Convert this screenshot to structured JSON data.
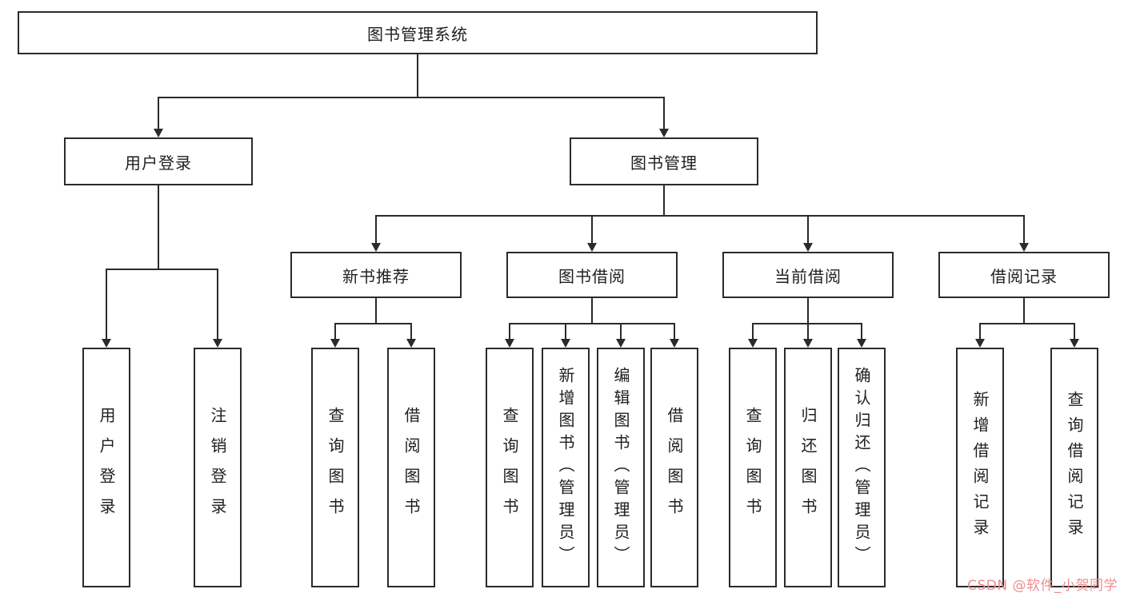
{
  "diagram": {
    "root": {
      "label": "图书管理系统"
    },
    "level2": [
      {
        "label": "用户登录"
      },
      {
        "label": "图书管理"
      }
    ],
    "level3": [
      {
        "label": "新书推荐"
      },
      {
        "label": "图书借阅"
      },
      {
        "label": "当前借阅"
      },
      {
        "label": "借阅记录"
      }
    ],
    "leaves": [
      {
        "label": "用户登录"
      },
      {
        "label": "注销登录"
      },
      {
        "label": "查询图书"
      },
      {
        "label": "借阅图书"
      },
      {
        "label": "查询图书"
      },
      {
        "label": "新增图书（管理员）"
      },
      {
        "label": "编辑图书（管理员）"
      },
      {
        "label": "借阅图书"
      },
      {
        "label": "查询图书"
      },
      {
        "label": "归还图书"
      },
      {
        "label": "确认归还（管理员）"
      },
      {
        "label": "新增借阅记录"
      },
      {
        "label": "查询借阅记录"
      }
    ],
    "watermark": "CSDN @软件_小贺同学",
    "colors": {
      "line": "#2b2b2b",
      "border": "#2b2b2b",
      "watermark": "#ee8d8d"
    }
  }
}
